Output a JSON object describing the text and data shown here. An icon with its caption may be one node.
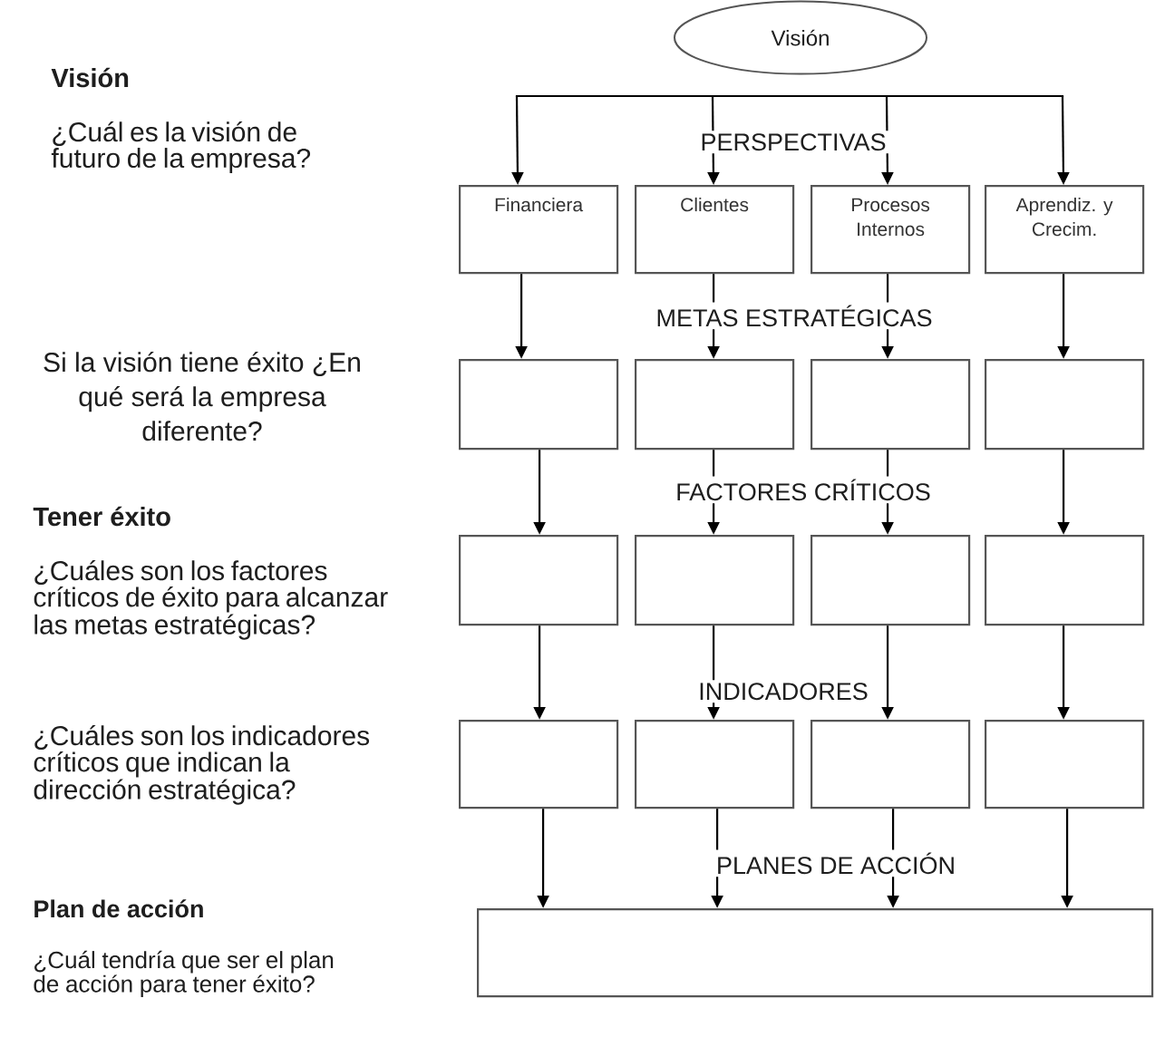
{
  "diagram": {
    "nodes": [
      {
        "text": [
          "Visión"
        ]
      },
      {
        "text": [
          "Financiera"
        ]
      },
      {
        "text": [
          "Clientes"
        ]
      },
      {
        "text": [
          "Procesos Internos"
        ]
      },
      {
        "text": [
          "Aprendiz. y Crecim."
        ]
      },
      {
        "text": [],
        "shape": "box"
      },
      {
        "text": [],
        "shape": "box"
      },
      {
        "text": [],
        "shape": "box"
      },
      {
        "text": [],
        "shape": "box"
      },
      {
        "text": [],
        "shape": "box"
      },
      {
        "text": [],
        "shape": "box"
      },
      {
        "text": [],
        "shape": "box"
      },
      {
        "text": [],
        "shape": "box"
      },
      {
        "text": [],
        "shape": "box"
      },
      {
        "text": [],
        "shape": "box"
      },
      {
        "text": [],
        "shape": "box"
      },
      {
        "text": [],
        "shape": "box"
      },
      {
        "text": [],
        "shape": "box"
      }
    ],
    "edges": [
      {
        "from": null,
        "to": 1,
        "arrow": "to"
      },
      {
        "from": null,
        "to": 2,
        "arrow": "to"
      },
      {
        "from": null,
        "to": 3,
        "arrow": "to"
      },
      {
        "from": null,
        "to": 4,
        "arrow": "to"
      },
      {
        "from": 1,
        "to": 5,
        "arrow": "to"
      },
      {
        "from": 2,
        "to": 6,
        "arrow": "to"
      },
      {
        "from": 3,
        "to": 7,
        "arrow": "to"
      },
      {
        "from": 4,
        "to": 8,
        "arrow": "to"
      },
      {
        "from": 5,
        "to": 9,
        "arrow": "to"
      },
      {
        "from": 6,
        "to": 10,
        "arrow": "to"
      },
      {
        "from": 7,
        "to": 11,
        "arrow": "to"
      },
      {
        "from": 8,
        "to": 12,
        "arrow": "to"
      },
      {
        "from": 9,
        "to": 13,
        "arrow": "to"
      },
      {
        "from": 10,
        "to": 14,
        "arrow": "to"
      },
      {
        "from": 11,
        "to": 15,
        "arrow": "to"
      },
      {
        "from": 12,
        "to": 16,
        "arrow": "to"
      },
      {
        "from": 13,
        "to": 17,
        "arrow": "to"
      },
      {
        "from": 14,
        "to": 17,
        "arrow": "to"
      },
      {
        "from": 15,
        "to": 17,
        "arrow": "to"
      },
      {
        "from": 16,
        "to": 17,
        "arrow": "to"
      }
    ],
    "labels": [
      "Visión",
      "¿Cuál es la visión de futuro de la empresa?",
      "PERSPECTIVAS",
      "METAS ESTRATÉGICAS",
      "Si la visión tiene éxito ¿En qué será la empresa diferente?",
      "FACTORES CRÍTICOS",
      "Tener éxito",
      "¿Cuáles son los factores críticos de éxito para alcanzar las metas estratégicas?",
      "INDICADORES",
      "¿Cuáles son los indicadores críticos que indican la dirección estratégica?",
      "PLANES DE ACCIÓN",
      "Plan de acción",
      "¿Cuál tendría que ser el plan de acción para tener éxito?"
    ]
  }
}
